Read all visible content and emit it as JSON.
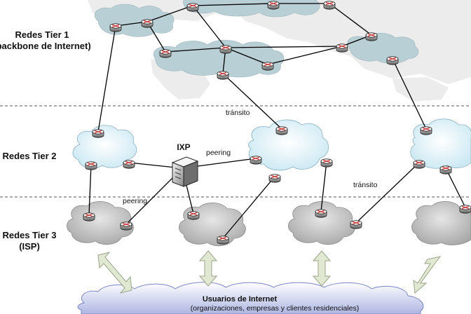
{
  "tiers": [
    {
      "name": "Redes Tier 1",
      "sub": "(backbone de Internet)"
    },
    {
      "name": "Redes Tier 2",
      "sub": ""
    },
    {
      "name": "Redes Tier 3",
      "sub": "(ISP)"
    }
  ],
  "labels": {
    "ixp": "IXP",
    "peering_top": "peering",
    "peering_bottom": "peering",
    "transit_top": "tránsito",
    "transit_right": "tránsito"
  },
  "users": {
    "title": "Usuarios de Internet",
    "subtitle": "(organizaciones, empresas y clientes residenciales)"
  },
  "colors": {
    "tier1_cloud": "#b9cfd6",
    "tier2_cloud": "#e4f3f9",
    "tier3_cloud": "#c7c7c7",
    "users_cloud": "#d8dcf0",
    "arrow_fill": "#e1e8d2",
    "router_top": "#ffffff",
    "router_mark": "#c43a3a"
  }
}
